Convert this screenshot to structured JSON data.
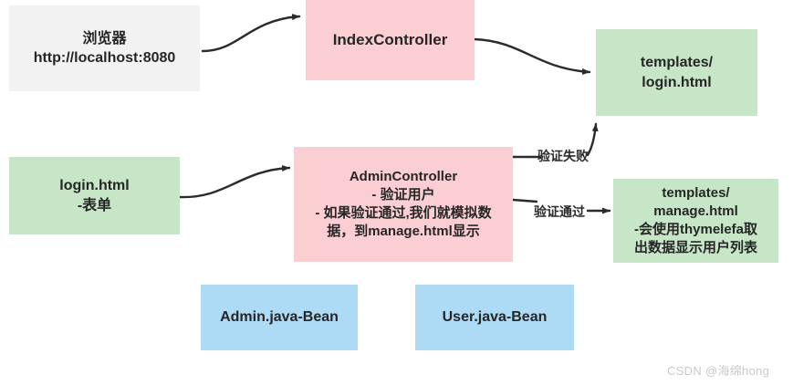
{
  "diagram": {
    "title": "Spring Boot Thymeleaf request flow diagram",
    "colors": {
      "browser_box": "#f2f2f2",
      "controller_box": "#fbced3",
      "template_box": "#c7e6c8",
      "bean_box": "#addaf4",
      "edge_stroke": "#2b2b2b",
      "text": "#262626",
      "watermark": "#c9c9c9"
    },
    "nodes": [
      {
        "id": "browser",
        "label": "浏览器\nhttp://localhost:8080",
        "kind": "browser"
      },
      {
        "id": "index-controller",
        "label": "IndexController",
        "kind": "controller"
      },
      {
        "id": "templates-login",
        "label": "templates/\nlogin.html",
        "kind": "template"
      },
      {
        "id": "login-html-form",
        "label": "login.html\n-表单",
        "kind": "template"
      },
      {
        "id": "admin-controller",
        "label": "AdminController\n- 验证用户\n- 如果验证通过,我们就模拟数\n据，到manage.html显示",
        "kind": "controller"
      },
      {
        "id": "templates-manage",
        "label": "templates/\nmanage.html\n-会使用thymelefa取\n出数据显示用户列表",
        "kind": "template"
      },
      {
        "id": "admin-bean",
        "label": "Admin.java-Bean",
        "kind": "bean"
      },
      {
        "id": "user-bean",
        "label": "User.java-Bean",
        "kind": "bean"
      }
    ],
    "edges": [
      {
        "id": "browser-to-index",
        "from": "browser",
        "to": "index-controller",
        "label": ""
      },
      {
        "id": "index-to-login-template",
        "from": "index-controller",
        "to": "templates-login",
        "label": ""
      },
      {
        "id": "loginform-to-admin",
        "from": "login-html-form",
        "to": "admin-controller",
        "label": ""
      },
      {
        "id": "admin-to-login-template",
        "from": "admin-controller",
        "to": "templates-login",
        "label": "验证失败"
      },
      {
        "id": "admin-to-manage-template",
        "from": "admin-controller",
        "to": "templates-manage",
        "label": "验证通过"
      }
    ]
  },
  "watermark": {
    "text": "CSDN @海绵hong"
  }
}
